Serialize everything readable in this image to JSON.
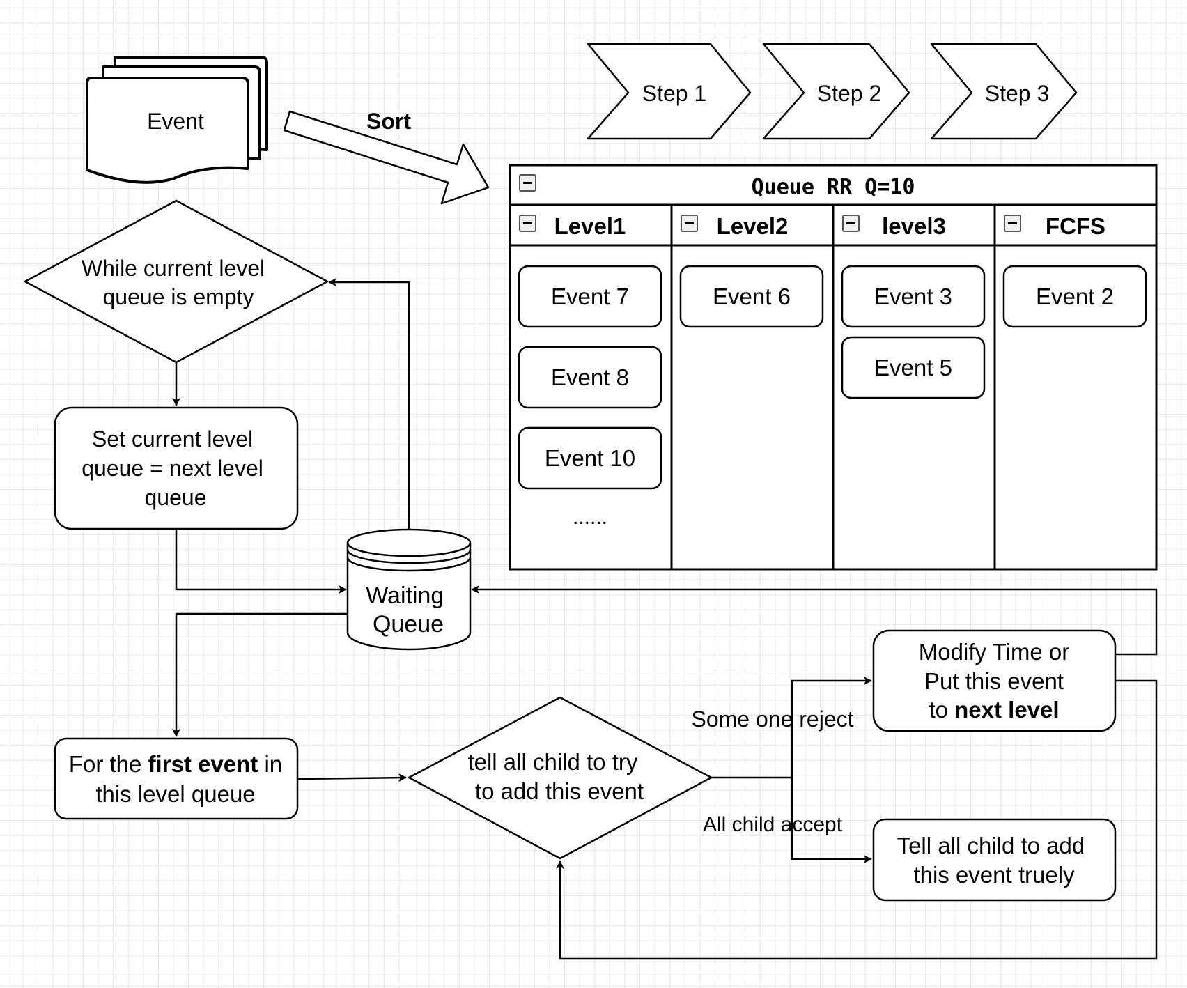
{
  "event_doc": {
    "label": "Event"
  },
  "sort_arrow": {
    "label": "Sort"
  },
  "steps": [
    "Step 1",
    "Step 2",
    "Step 3"
  ],
  "queue": {
    "title": "Queue RR Q=10",
    "columns": [
      {
        "header": "Level1",
        "items": [
          "Event 7",
          "Event 8",
          "Event 10"
        ],
        "more": "......"
      },
      {
        "header": "Level2",
        "items": [
          "Event 6"
        ]
      },
      {
        "header": "level3",
        "items": [
          "Event 3",
          "Event 5"
        ]
      },
      {
        "header": "FCFS",
        "items": [
          "Event 2"
        ]
      }
    ]
  },
  "nodes": {
    "while_decision": [
      "While current level",
      "queue is empty"
    ],
    "set_level": [
      "Set current level",
      "queue = next level",
      "queue"
    ],
    "waiting_queue": [
      "Waiting",
      "Queue"
    ],
    "first_event": {
      "line1": [
        {
          "text": "For the "
        },
        {
          "text": "first event",
          "bold": true
        },
        {
          "text": " in"
        }
      ],
      "line2": "this level queue"
    },
    "tell_try": [
      "tell all child to try",
      "to add this event"
    ],
    "modify_time": {
      "line1": "Modify Time or",
      "line2": "Put this event",
      "line3": [
        {
          "text": "to "
        },
        {
          "text": "next level",
          "bold": true
        }
      ]
    },
    "tell_add": [
      "Tell all child to add",
      "this event truely"
    ]
  },
  "edge_labels": {
    "reject": "Some one reject",
    "accept": "All child accept"
  },
  "colors": {
    "stroke": "#000000",
    "fill": "#ffffff",
    "grid": "#e6e6e6"
  }
}
